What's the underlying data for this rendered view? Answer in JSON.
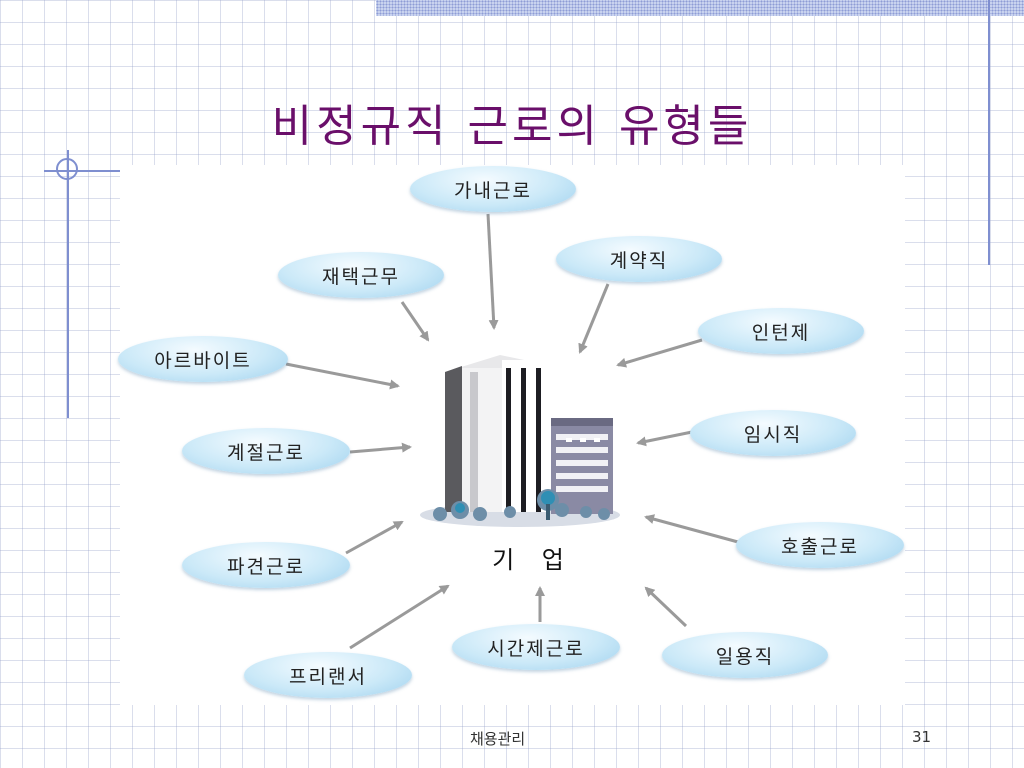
{
  "slide": {
    "title": "비정규직 근로의 유형들",
    "center_label": "기 업",
    "footer": "채용관리",
    "page_number": "31"
  },
  "types": [
    "가내근로",
    "계약직",
    "재택근무",
    "인턴제",
    "아르바이트",
    "임시직",
    "계절근로",
    "호출근로",
    "파견근로",
    "일용직",
    "프리랜서",
    "시간제근로"
  ],
  "colors": {
    "title": "#6a0f6a",
    "bubble": "#cbe9f8",
    "arrow": "#9a9a9a"
  }
}
